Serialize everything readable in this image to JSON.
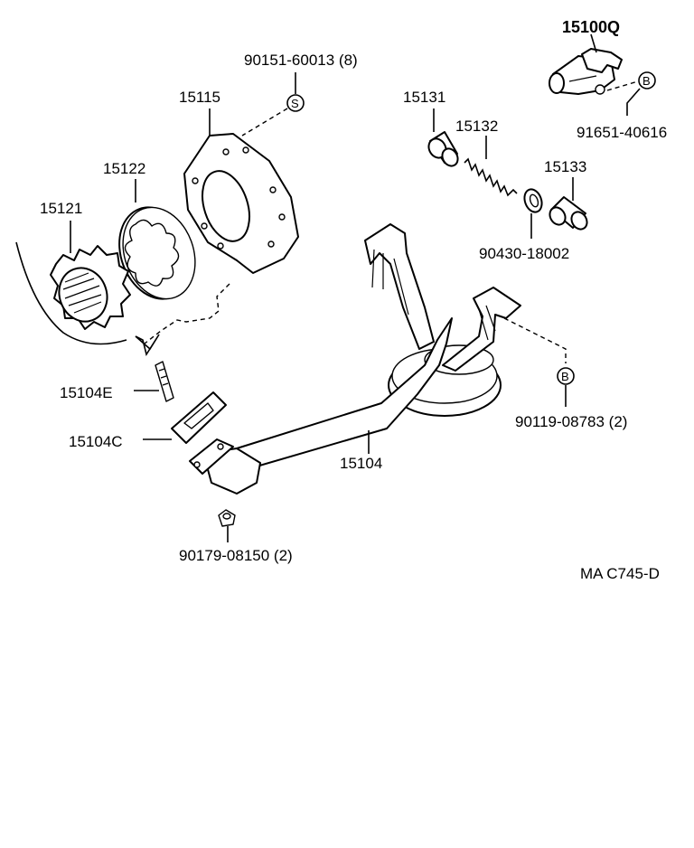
{
  "diagram": {
    "code": "MA C745-D",
    "callouts": {
      "p15100Q": "15100Q",
      "p91651": "91651-40616",
      "p90151": "90151-60013 (8)",
      "p15115": "15115",
      "p15131": "15131",
      "p15132": "15132",
      "p15133": "15133",
      "p15122": "15122",
      "p15121": "15121",
      "p90430": "90430-18002",
      "p15104E": "15104E",
      "p15104C": "15104C",
      "p15104": "15104",
      "p90119": "90119-08783 (2)",
      "p90179": "90179-08150 (2)"
    },
    "markers": {
      "s": "S",
      "b": "B"
    }
  }
}
